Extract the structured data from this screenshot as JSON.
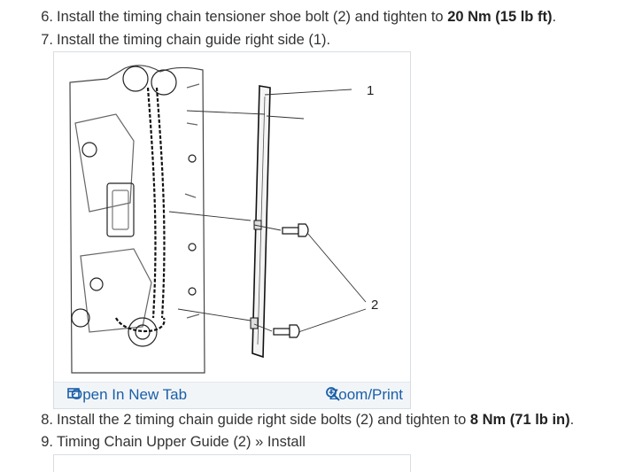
{
  "steps": [
    {
      "num": "6.",
      "pre": "Install the timing chain tensioner shoe bolt (2) and tighten to ",
      "bold": "20 Nm (15 lb ft)",
      "post": "."
    },
    {
      "num": "7.",
      "pre": "Install the timing chain guide right side (1).",
      "bold": "",
      "post": ""
    },
    {
      "num": "8.",
      "pre": "Install the 2 timing chain guide right side bolts (2) and tighten to ",
      "bold": "8 Nm (71 lb in)",
      "post": "."
    },
    {
      "num": "9.",
      "pre": "Timing Chain Upper Guide (2) » Install",
      "bold": "",
      "post": ""
    }
  ],
  "figure": {
    "callouts": [
      "1",
      "2"
    ],
    "open_tab_label": "Open In New Tab",
    "zoom_label": "Zoom/Print",
    "open_tab_icon": "open-new-tab-icon",
    "zoom_icon": "zoom-in-icon"
  },
  "colors": {
    "link": "#1a5fa8",
    "text": "#333333",
    "bar": "#f2f5f8"
  }
}
